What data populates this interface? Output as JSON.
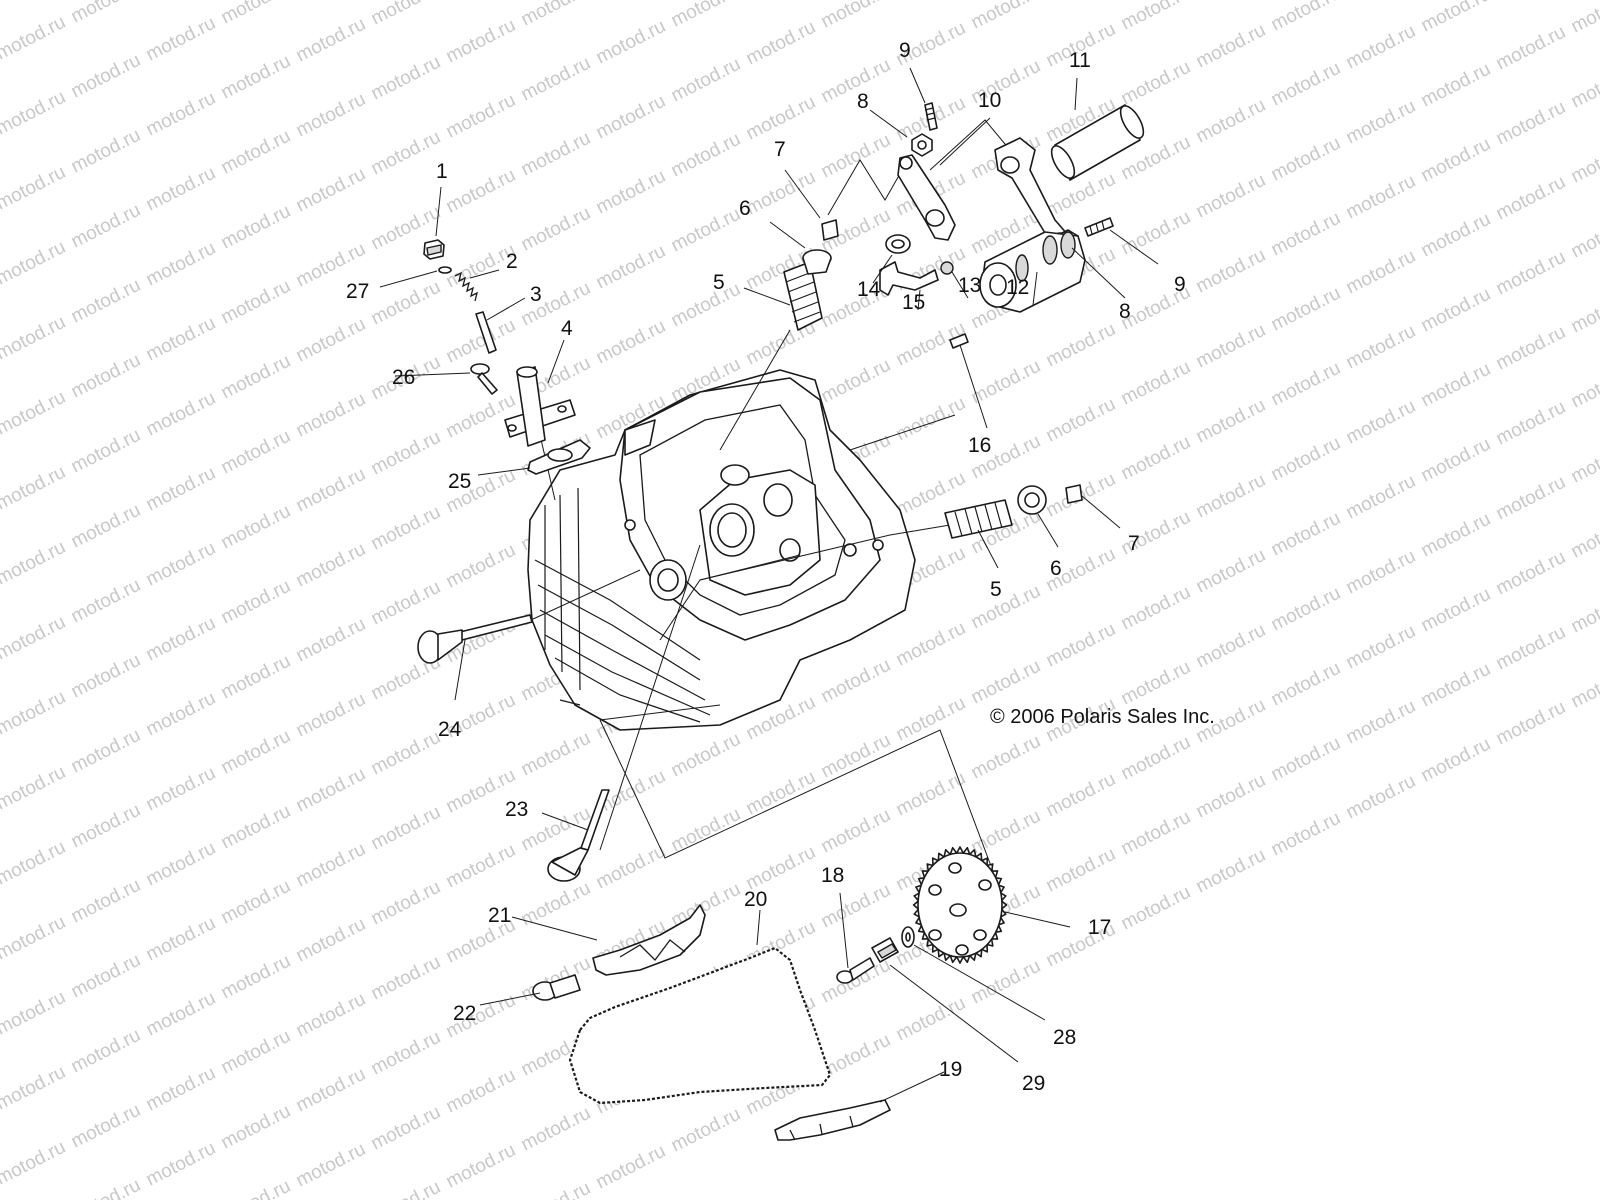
{
  "watermark": "motod.ru",
  "copyright": "© 2006 Polaris Sales Inc.",
  "callouts": [
    "1",
    "2",
    "3",
    "4",
    "5",
    "6",
    "7",
    "8",
    "9",
    "10",
    "11",
    "12",
    "13",
    "14",
    "15",
    "16",
    "17",
    "18",
    "19",
    "20",
    "21",
    "22",
    "23",
    "24",
    "25",
    "26",
    "27",
    "28",
    "29"
  ]
}
